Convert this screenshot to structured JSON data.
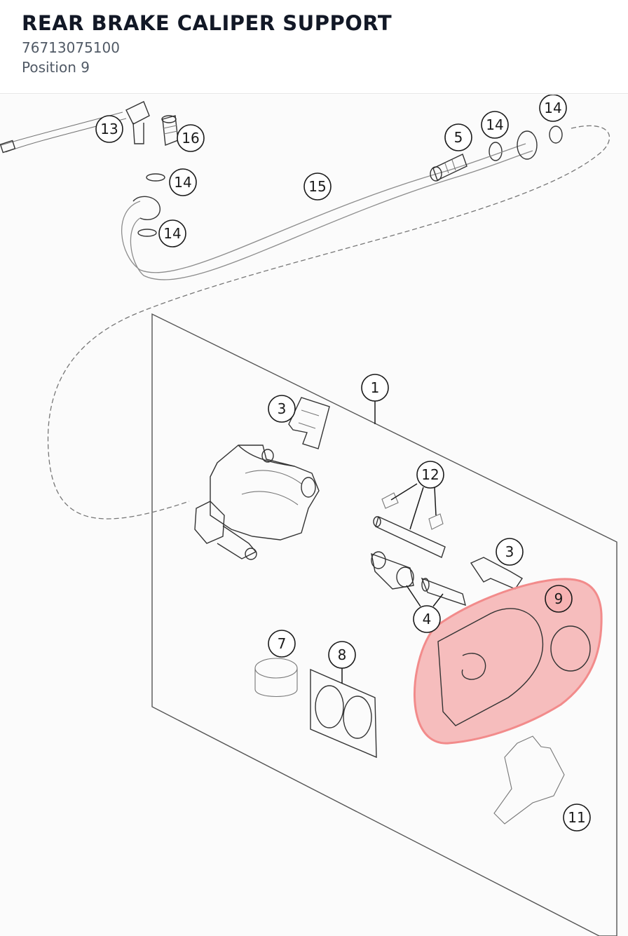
{
  "header": {
    "title": "REAR BRAKE CALIPER SUPPORT",
    "part_number": "76713075100",
    "position": "Position 9"
  },
  "highlight": {
    "position": "9",
    "color": "#f28b8b"
  },
  "callouts": [
    {
      "id": "c13",
      "label": "13"
    },
    {
      "id": "c16",
      "label": "16"
    },
    {
      "id": "c14a",
      "label": "14"
    },
    {
      "id": "c14b",
      "label": "14"
    },
    {
      "id": "c14c",
      "label": "14"
    },
    {
      "id": "c14d",
      "label": "14"
    },
    {
      "id": "c15",
      "label": "15"
    },
    {
      "id": "c5",
      "label": "5"
    },
    {
      "id": "c1",
      "label": "1"
    },
    {
      "id": "c3a",
      "label": "3"
    },
    {
      "id": "c12",
      "label": "12"
    },
    {
      "id": "c3b",
      "label": "3"
    },
    {
      "id": "c4",
      "label": "4"
    },
    {
      "id": "c9",
      "label": "9"
    },
    {
      "id": "c7",
      "label": "7"
    },
    {
      "id": "c8",
      "label": "8"
    },
    {
      "id": "c11",
      "label": "11"
    }
  ]
}
